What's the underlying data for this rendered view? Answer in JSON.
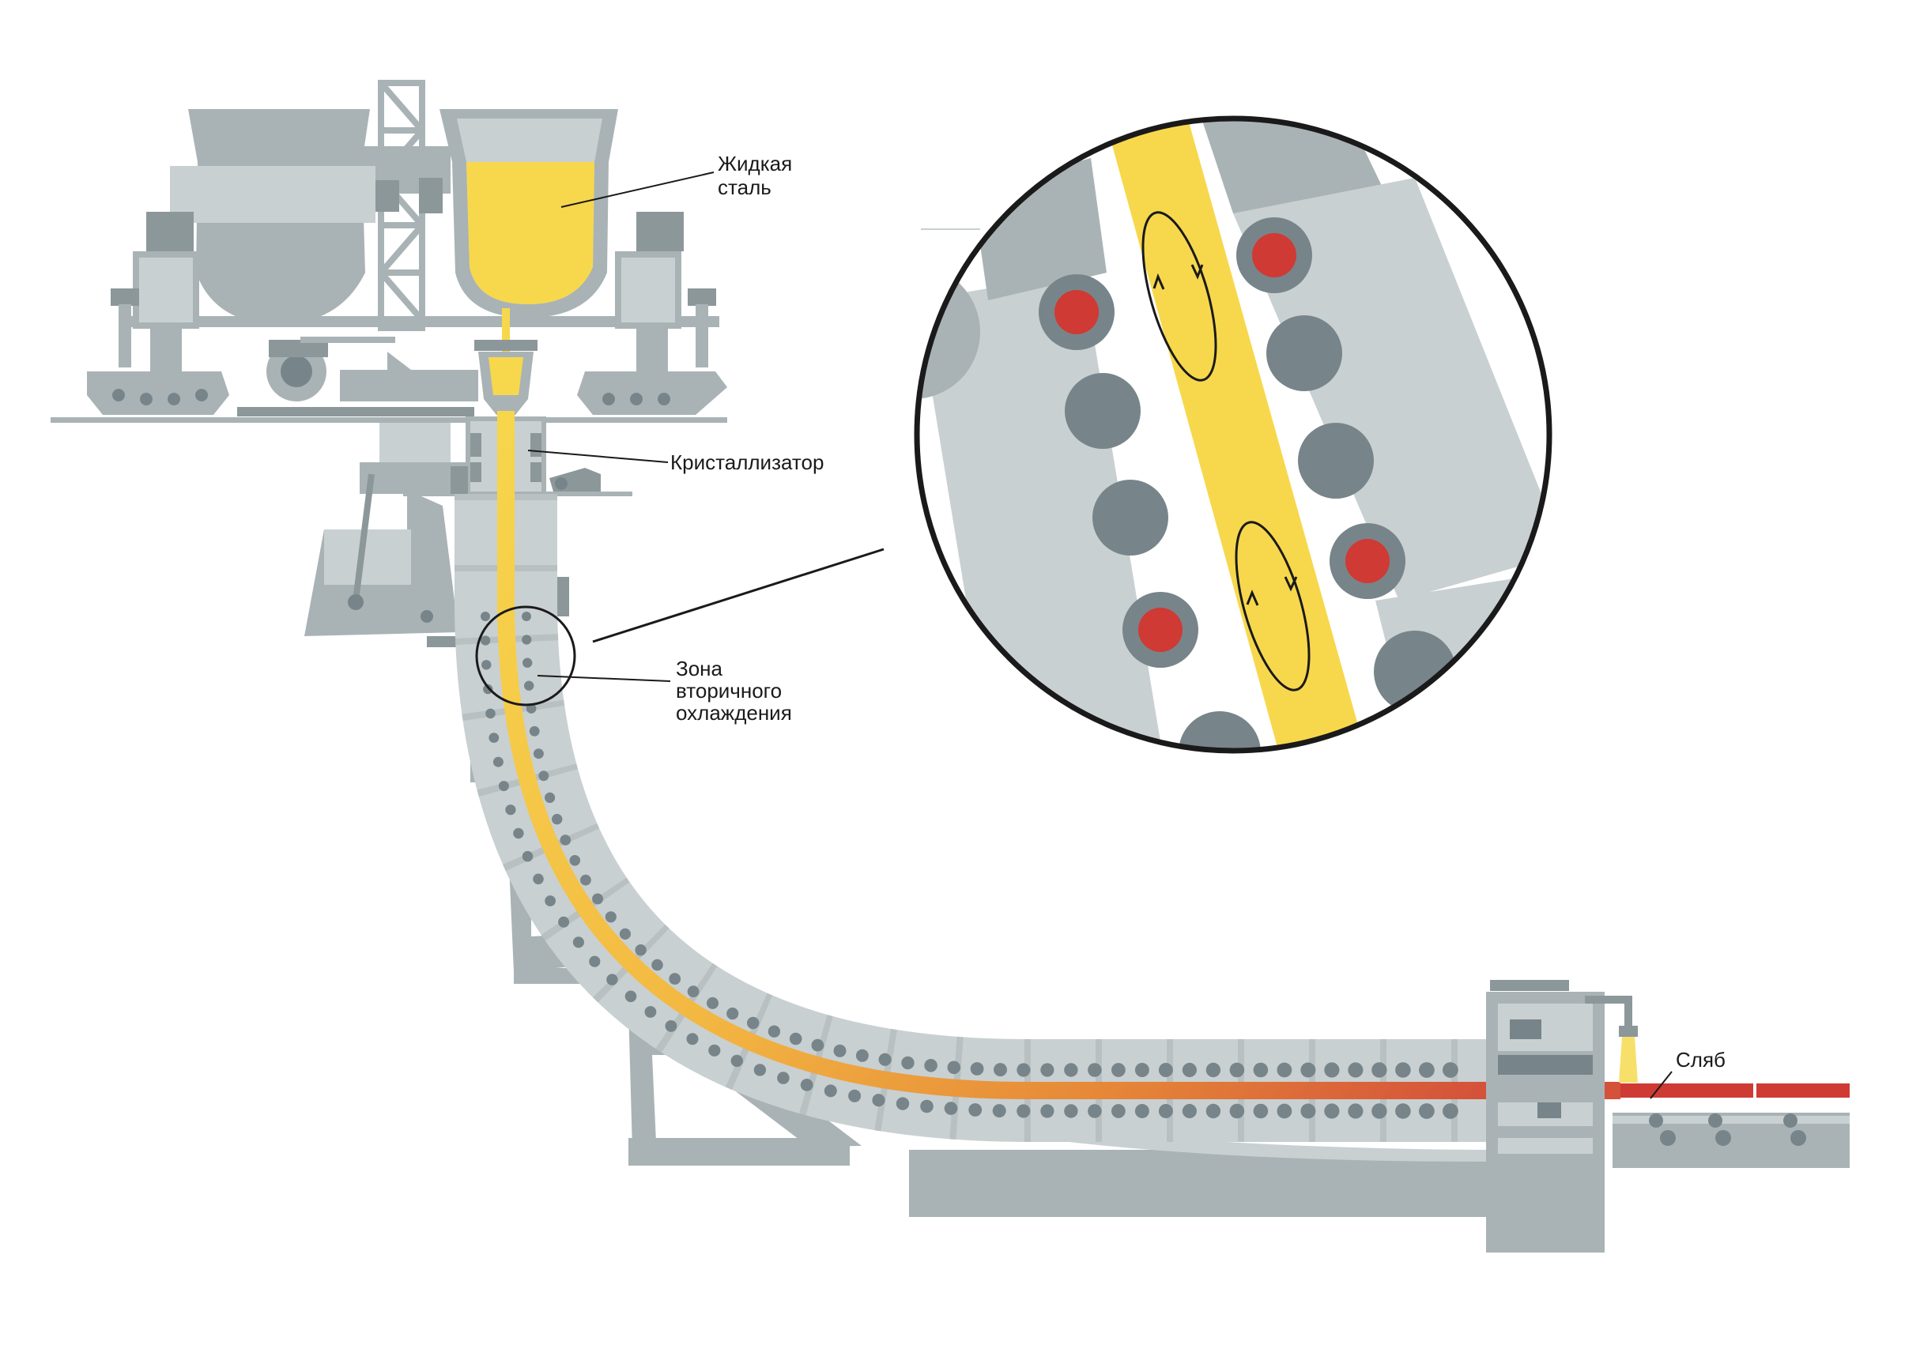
{
  "labels": {
    "liquid_steel": [
      "Жидкая",
      "сталь"
    ],
    "mold": "Кристаллизатор",
    "secondary_cooling": [
      "Зона",
      "вторичного",
      "охлаждения"
    ],
    "slab": "Сляб"
  },
  "colors": {
    "frame_light": "#c9d0d2",
    "frame_mid": "#a9b3b5",
    "frame_dark": "#8c979a",
    "roll": "#77858a",
    "steel_liquid": "#f7d84d",
    "steel_hot": "#e88a3a",
    "slab": "#cf3a34",
    "water": "#f7e06a",
    "outline": "#1a1a1a"
  },
  "icons": {
    "ladle": "ladle-shape",
    "tundish": "tundish-shape",
    "roller": "circle-roller",
    "magnifier": "circle-zoom"
  }
}
